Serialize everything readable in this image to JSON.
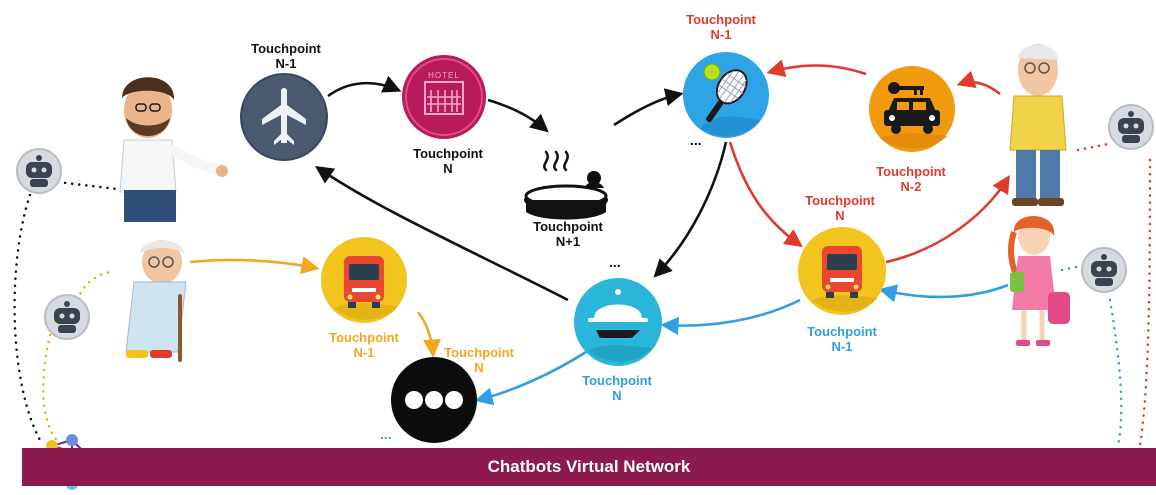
{
  "colors": {
    "black": "#111111",
    "red": "#e03a2c",
    "orange": "#f0a81e",
    "blue": "#2f9ee2",
    "banner": "#8b1a4e"
  },
  "banner": {
    "title": "Chatbots Virtual Network"
  },
  "touchpoints": {
    "plane": {
      "line1": "Touchpoint",
      "line2": "N-1",
      "icon": "airplane-icon"
    },
    "hotel": {
      "line1": "Touchpoint",
      "line2": "N",
      "icon": "hotel-icon",
      "sign": "HOTEL"
    },
    "hottub": {
      "line1": "Touchpoint",
      "line2": "N+1",
      "icon": "hot-tub-icon"
    },
    "tennis": {
      "line1": "Touchpoint",
      "line2": "N-1",
      "icon": "tennis-icon"
    },
    "taxi": {
      "line1": "Touchpoint",
      "line2": "N-2",
      "icon": "taxi-key-icon"
    },
    "bus_red": {
      "line1": "Touchpoint",
      "line2": "N",
      "icon": "bus-icon"
    },
    "bus_blue": {
      "line1": "Touchpoint",
      "line2": "N-1"
    },
    "bus_orange": {
      "line1": "Touchpoint",
      "line2": "N-1",
      "icon": "bus-icon"
    },
    "more_orange": {
      "line1": "Touchpoint",
      "line2": "N",
      "icon": "more-icon"
    },
    "service": {
      "line1": "Touchpoint",
      "line2": "N",
      "icon": "room-service-icon"
    }
  },
  "ellipses": {
    "tennis": "...",
    "service": "...",
    "more": "..."
  },
  "people": [
    "bearded-man",
    "old-man-cane",
    "old-man-yellow",
    "girl-backpack"
  ],
  "bots": [
    "chatbot-left-top",
    "chatbot-left-bottom",
    "chatbot-right-top",
    "chatbot-right-bottom"
  ]
}
